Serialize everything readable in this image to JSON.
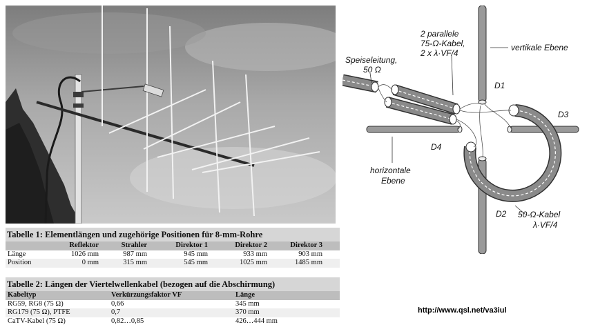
{
  "table1": {
    "title": "Tabelle 1: Elementlängen und zugehörige Positionen für 8-mm-Rohre",
    "headers": [
      "",
      "Reflektor",
      "Strahler",
      "Direktor 1",
      "Direktor 2",
      "Direktor 3"
    ],
    "rows": [
      [
        "Länge",
        "1026 mm",
        "987 mm",
        "945 mm",
        "933 mm",
        "903 mm"
      ],
      [
        "Position",
        "0 mm",
        "315 mm",
        "545 mm",
        "1025 mm",
        "1485 mm"
      ]
    ]
  },
  "table2": {
    "title": "Tabelle 2: Längen der Viertelwellenkabel (bezogen auf die Abschirmung)",
    "headers": [
      "Kabeltyp",
      "Verkürzungsfaktor VF",
      "Länge"
    ],
    "rows": [
      [
        "RG59, RG8 (75 Ω)",
        "0,66",
        "345 mm"
      ],
      [
        "RG179 (75 Ω), PTFE",
        "0,7",
        "370 mm"
      ],
      [
        "CaTV-Kabel (75 Ω)",
        "0,82…0,85",
        "426…444 mm"
      ]
    ]
  },
  "diagram": {
    "label_parallel_1": "2 parallele",
    "label_parallel_2": "75-Ω-Kabel,",
    "label_parallel_3": "2 x λ·VF/4",
    "label_speise_1": "Speiseleitung,",
    "label_speise_2": "50 Ω",
    "label_vertical": "vertikale Ebene",
    "label_d1": "D1",
    "label_d2": "D2",
    "label_d3": "D3",
    "label_d4": "D4",
    "label_horizontal_1": "horizontale",
    "label_horizontal_2": "Ebene",
    "label_kabel_1": "50-Ω-Kabel",
    "label_kabel_2": "λ·VF/4"
  },
  "footer": {
    "url": "http://www.qsl.net/va3iul"
  },
  "colors": {
    "cable_gray": "#8a8a8a",
    "sky_light": "#a8a8a8",
    "table_header": "#bdbdbd"
  }
}
